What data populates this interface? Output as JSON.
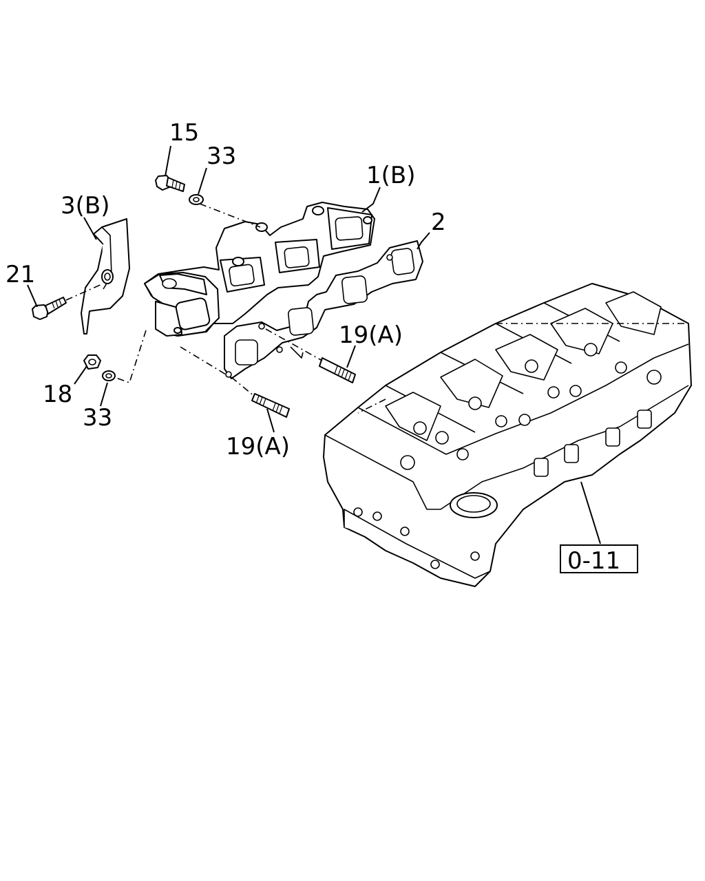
{
  "callouts": {
    "c15": "15",
    "c33_top": "33",
    "c1b": "1(B)",
    "c2": "2",
    "c3b": "3(B)",
    "c21": "21",
    "c19a_upper": "19(A)",
    "c18": "18",
    "c33_bottom": "33",
    "c19a_lower": "19(A)",
    "ref_box": "0-11"
  },
  "colors": {
    "ink": "#000000",
    "paper": "#ffffff"
  }
}
